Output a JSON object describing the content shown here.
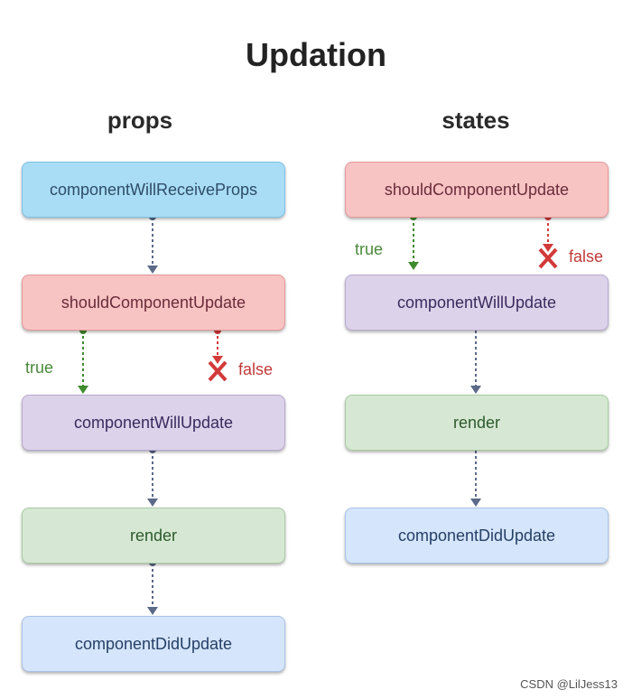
{
  "title": "Updation",
  "columns": {
    "props": {
      "heading": "props",
      "boxes": [
        "componentWillReceiveProps",
        "shouldComponentUpdate",
        "componentWillUpdate",
        "render",
        "componentDidUpdate"
      ]
    },
    "states": {
      "heading": "states",
      "boxes": [
        "shouldComponentUpdate",
        "componentWillUpdate",
        "render",
        "componentDidUpdate"
      ]
    }
  },
  "labels": {
    "true": "true",
    "false": "false"
  },
  "colors": {
    "blue": "#a9dcf5",
    "red": "#f8c3c3",
    "purple": "#dcd2ea",
    "green": "#d6e8d3",
    "lightblue": "#d5e5fb",
    "true": "#3f8a2e",
    "false": "#d23a3a",
    "arrow": "#5a6a88"
  },
  "watermark": "CSDN @LilJess13"
}
